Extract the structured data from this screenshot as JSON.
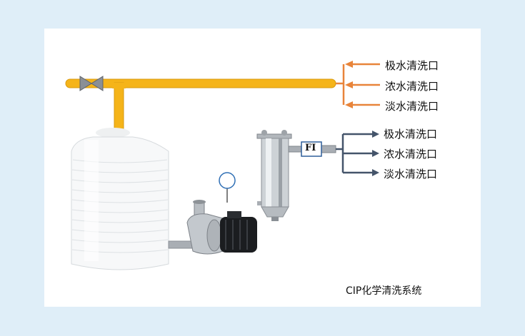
{
  "diagram": {
    "caption": "CIP化学清洗系统",
    "flow_indicator": "FI",
    "orange_outlets": [
      "极水清洗口",
      "浓水清洗口",
      "淡水清洗口"
    ],
    "blue_outlets": [
      "极水清洗口",
      "浓水清洗口",
      "淡水清洗口"
    ],
    "colors": {
      "pipe_yellow": "#f5b419",
      "orange_arrow": "#e8843a",
      "blue_arrow": "#44546a",
      "valve": "#8a8f96"
    }
  }
}
